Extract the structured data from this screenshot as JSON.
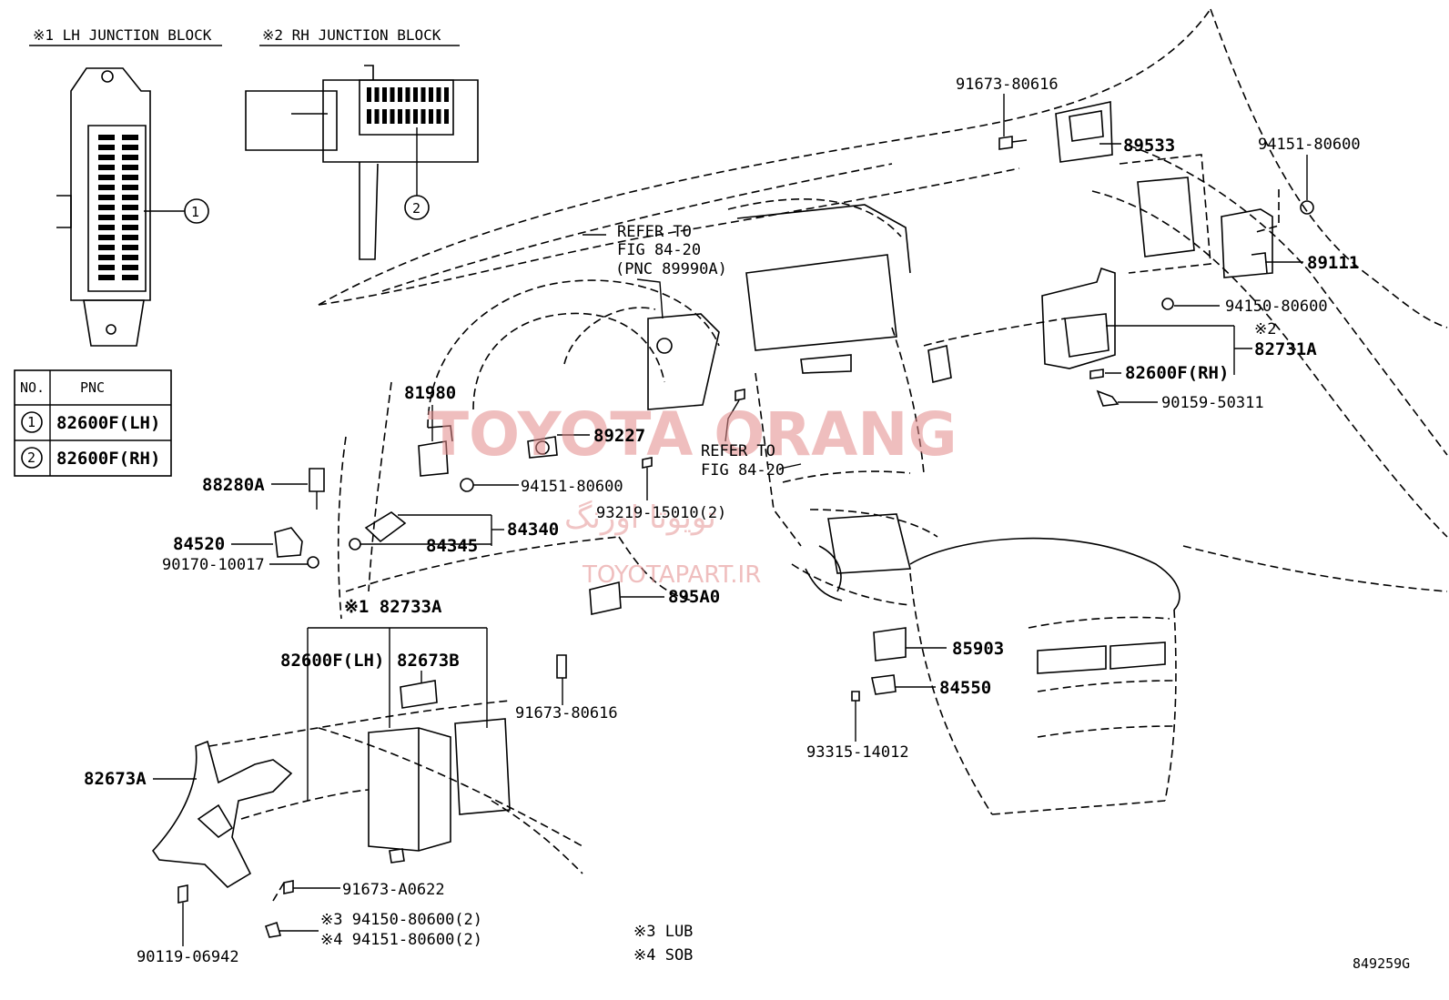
{
  "headers": {
    "lh_junction_block": "※1 LH JUNCTION BLOCK",
    "rh_junction_block": "※2 RH JUNCTION BLOCK"
  },
  "legend_table": {
    "col_no": "NO.",
    "col_pnc": "PNC",
    "rows": [
      {
        "no": "1",
        "pnc": "82600F(LH)"
      },
      {
        "no": "2",
        "pnc": "82600F(RH)"
      }
    ]
  },
  "callouts": {
    "c1": "1",
    "c2": "2"
  },
  "refer_notes": {
    "ref1_line1": "REFER TO",
    "ref1_line2": "FIG 84-20",
    "ref1_line3": "(PNC 89990A)",
    "ref2_line1": "REFER TO",
    "ref2_line2": "FIG 84-20"
  },
  "parts": {
    "p_91673_80616_top": "91673-80616",
    "p_89533": "89533",
    "p_94151_80600_tr": "94151-80600",
    "p_89111": "89111",
    "p_94150_80600": "94150-80600",
    "p_mark2": "※2",
    "p_82731A": "82731A",
    "p_82600F_RH": "82600F(RH)",
    "p_90159_50311": "90159-50311",
    "p_81980": "81980",
    "p_89227": "89227",
    "p_94151_80600_mid": "94151-80600",
    "p_93219_15010": "93219-15010(2)",
    "p_88280A": "88280A",
    "p_84340": "84340",
    "p_84520": "84520",
    "p_84345": "84345",
    "p_90170_10017": "90170-10017",
    "p_895A0": "895A0",
    "p_82733A": "※1 82733A",
    "p_82600F_LH": "82600F(LH)",
    "p_82673B": "82673B",
    "p_91673_80616_mid": "91673-80616",
    "p_85903": "85903",
    "p_84550": "84550",
    "p_93315_14012": "93315-14012",
    "p_82673A": "82673A",
    "p_91673_A0622": "91673-A0622",
    "p_94150_80600_2": "※3 94150-80600(2)",
    "p_94151_80600_2": "※4 94151-80600(2)",
    "p_90119_06942": "90119-06942"
  },
  "footnotes": {
    "n3": "※3  LUB",
    "n4": "※4  SOB"
  },
  "figure_id": "849259G",
  "watermarks": {
    "brand": "TOYOTA ORANG",
    "arabic": "تویوتا اورنگ",
    "site": "TOYOTAPART.IR"
  }
}
